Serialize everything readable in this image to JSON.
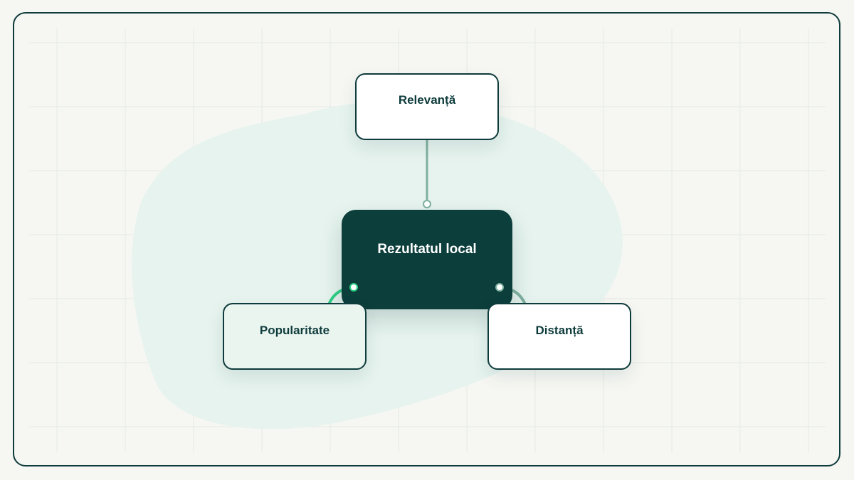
{
  "diagram": {
    "center": {
      "label": "Rezultatul local"
    },
    "nodes": [
      {
        "id": "top",
        "label": "Relevanță"
      },
      {
        "id": "left",
        "label": "Popularitate"
      },
      {
        "id": "right",
        "label": "Distanță"
      }
    ]
  },
  "colors": {
    "frame_border": "#0e3b3b",
    "center_fill": "#0c3e3c",
    "blob": "#e6f3ee",
    "connector_grey": "#7fb09f",
    "connector_green": "#2fcf85"
  }
}
